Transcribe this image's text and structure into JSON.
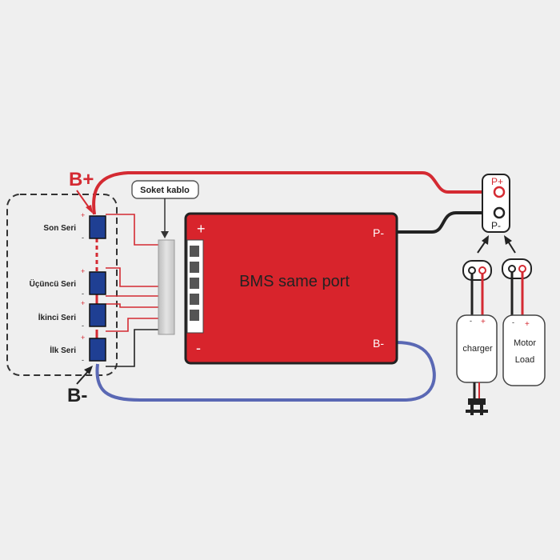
{
  "diagram": {
    "bms_title": "BMS same port",
    "bms_plus": "+",
    "bms_minus": "-",
    "p_minus": "P-",
    "b_minus": "B-",
    "b_plus_label": "B+",
    "b_minus_label": "B-",
    "socket_label": "Soket kablo",
    "cells": [
      {
        "label": "Son Seri",
        "plus": "+",
        "minus": "-"
      },
      {
        "label": "Üçüncü Seri",
        "plus": "+",
        "minus": "-"
      },
      {
        "label": "İkinci Seri",
        "plus": "+",
        "minus": "-"
      },
      {
        "label": "İlk Seri",
        "plus": "+",
        "minus": "-"
      }
    ],
    "port": {
      "p_plus": "P+",
      "p_minus": "P-"
    },
    "charger": {
      "label": "charger",
      "minus": "-",
      "plus": "+"
    },
    "motor": {
      "label_line1": "Motor",
      "label_line2": "Load",
      "minus": "-",
      "plus": "+"
    },
    "colors": {
      "bms_red": "#d8242c",
      "wire_red": "#d42a32",
      "wire_black": "#222222",
      "wire_blue": "#5a68b4",
      "cell_blue": "#1f3f93",
      "background": "#efefef"
    }
  }
}
